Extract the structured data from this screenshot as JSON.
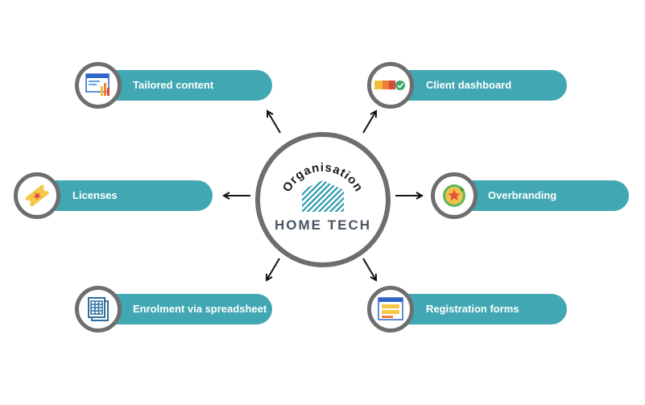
{
  "hub": {
    "arc_label": "Organisation",
    "brand": "HOME TECH"
  },
  "features": [
    {
      "label": "Tailored content",
      "icon": "web-page-chart-icon"
    },
    {
      "label": "Client dashboard",
      "icon": "progress-bar-check-icon"
    },
    {
      "label": "Licenses",
      "icon": "ticket-star-icon"
    },
    {
      "label": "Overbranding",
      "icon": "sticker-star-icon"
    },
    {
      "label": "Enrolment via spreadsheet",
      "icon": "spreadsheet-stack-icon"
    },
    {
      "label": "Registration forms",
      "icon": "form-window-icon"
    }
  ],
  "colors": {
    "pill": "#41a8b3",
    "ring": "#6e6e6e",
    "arrow": "#111111",
    "brand_text": "#4a5560"
  }
}
